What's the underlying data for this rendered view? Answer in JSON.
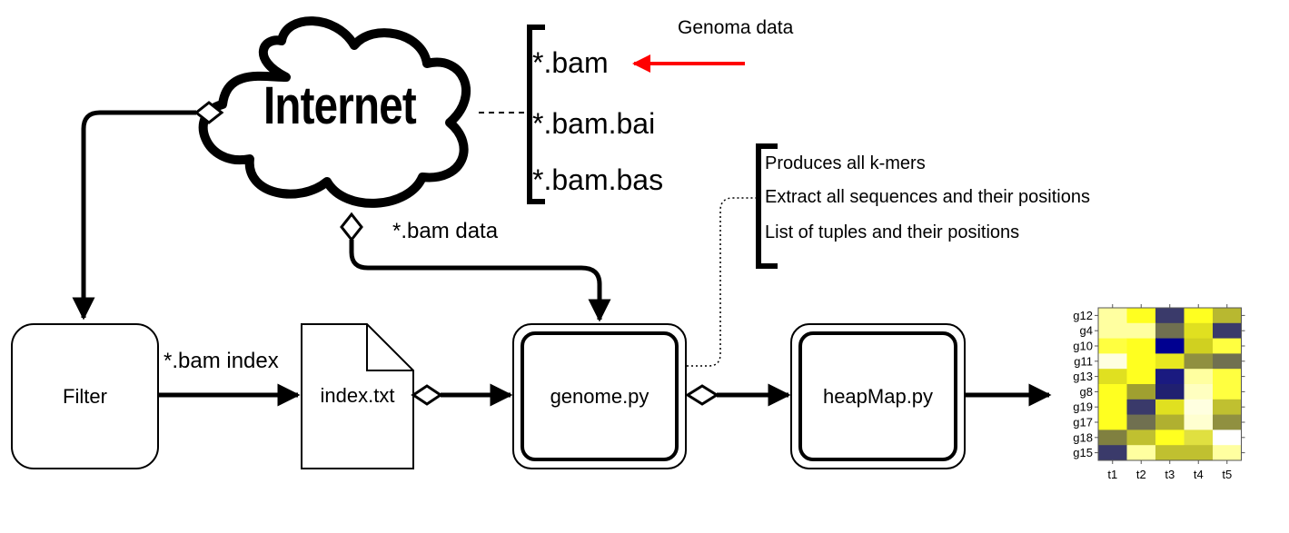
{
  "cloud": {
    "label": "Internet"
  },
  "files": {
    "header": "Genoma data",
    "items": [
      "*.bam",
      "*.bam.bai",
      "*.bam.bas"
    ]
  },
  "edge_labels": {
    "bam_data": "*.bam data",
    "bam_index": "*.bam index"
  },
  "nodes": {
    "filter": "Filter",
    "index": "index.txt",
    "genome": "genome.py",
    "heatmap": "heapMap.py"
  },
  "genome_notes": [
    "Produces all k-mers",
    "Extract all sequences and their positions",
    "List of tuples and their positions"
  ],
  "heatmap_thumb": {
    "rows": [
      "g12",
      "g4",
      "g10",
      "g11",
      "g13",
      "g8",
      "g19",
      "g17",
      "g18",
      "g15"
    ],
    "cols": [
      "t1",
      "t2",
      "t3",
      "t4",
      "t5"
    ],
    "cells": [
      [
        "#ffffa0",
        "#ffff20",
        "#3a3a6a",
        "#ffff20",
        "#b8b830"
      ],
      [
        "#ffffa0",
        "#ffffa0",
        "#707050",
        "#e0e020",
        "#3a3a6a"
      ],
      [
        "#ffff40",
        "#ffff20",
        "#000090",
        "#d0d020",
        "#ffff40"
      ],
      [
        "#ffffe0",
        "#ffff20",
        "#e8e820",
        "#909040",
        "#707050"
      ],
      [
        "#e0e020",
        "#ffff20",
        "#1a1a80",
        "#ffffa0",
        "#ffff40"
      ],
      [
        "#ffff20",
        "#a0a030",
        "#202070",
        "#ffffc0",
        "#ffff40"
      ],
      [
        "#ffff20",
        "#3a3a6a",
        "#e0e020",
        "#ffffe0",
        "#c0c030"
      ],
      [
        "#ffff20",
        "#707050",
        "#b0b030",
        "#ffffd0",
        "#909040"
      ],
      [
        "#808040",
        "#c0c030",
        "#ffff20",
        "#e0e040",
        "#ffffff"
      ],
      [
        "#3a3a6a",
        "#ffffa0",
        "#c0c030",
        "#c0c030",
        "#ffffa0"
      ]
    ]
  },
  "colors": {
    "highlight_arrow": "#ff0000",
    "line": "#000000"
  }
}
